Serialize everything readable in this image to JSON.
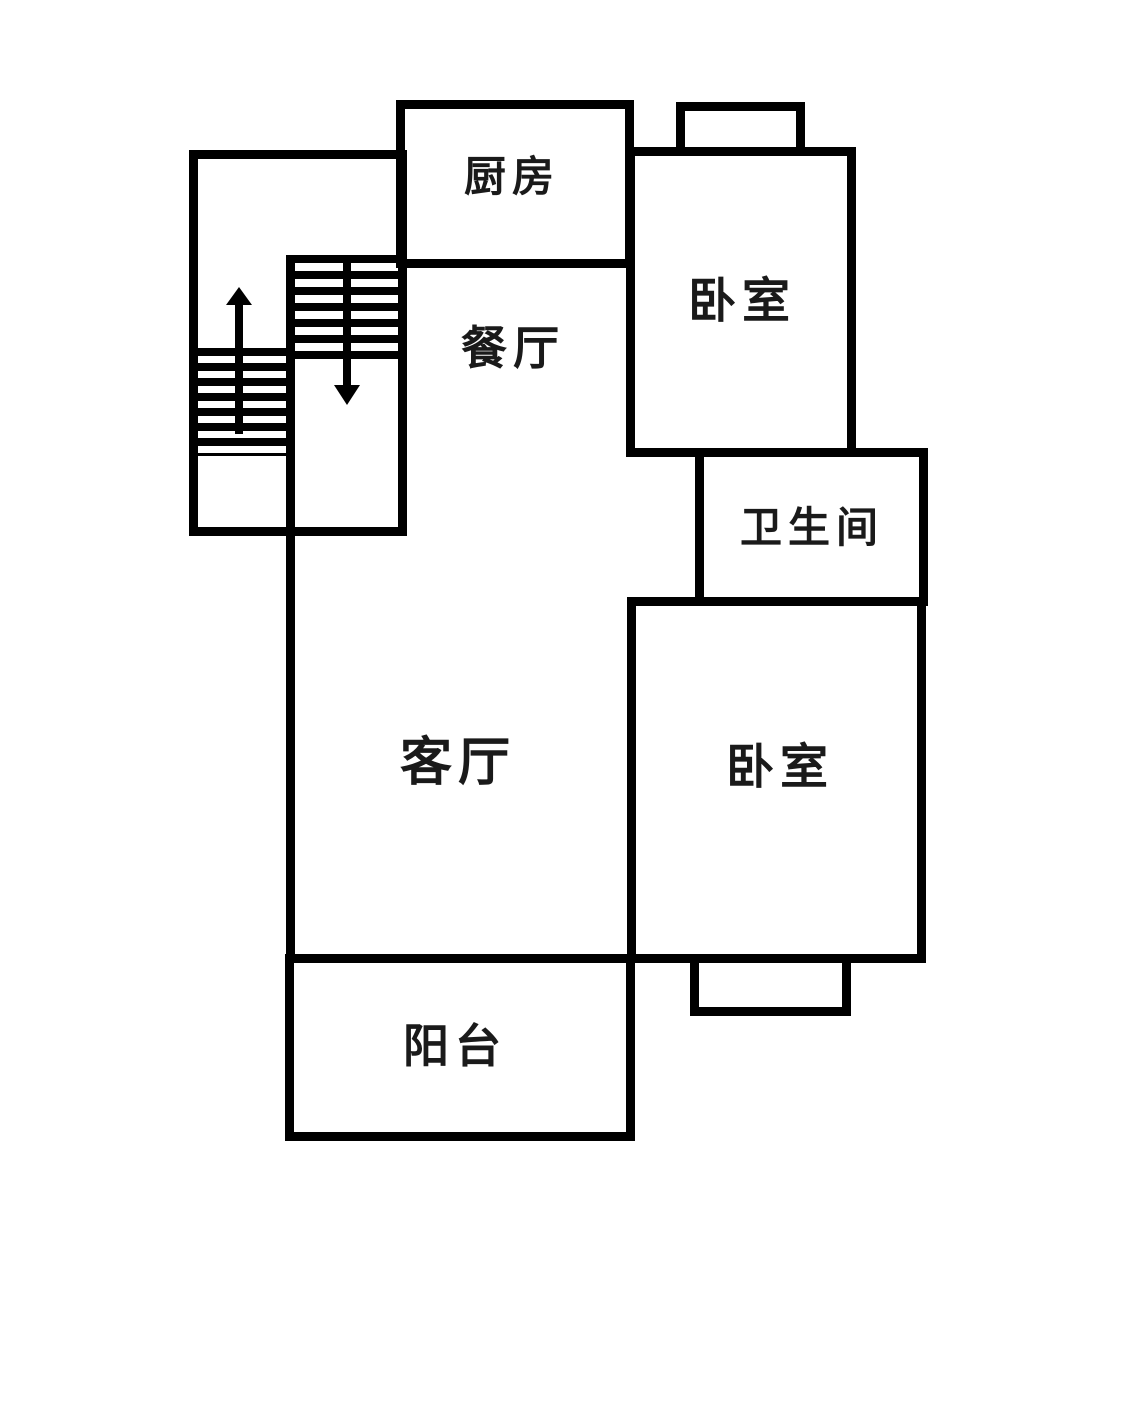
{
  "rooms": {
    "kitchen": {
      "label": "厨房"
    },
    "dining": {
      "label": "餐厅"
    },
    "bedroom_top": {
      "label": "卧室"
    },
    "bathroom": {
      "label": "卫生间"
    },
    "living": {
      "label": "客厅"
    },
    "bedroom_bottom": {
      "label": "卧室"
    },
    "balcony": {
      "label": "阳台"
    }
  },
  "stairs": {
    "up_arrow_icon": "arrow-up",
    "down_arrow_icon": "arrow-down"
  },
  "colors": {
    "wall": "#000000",
    "background": "#ffffff",
    "text": "#1a1a1a"
  }
}
